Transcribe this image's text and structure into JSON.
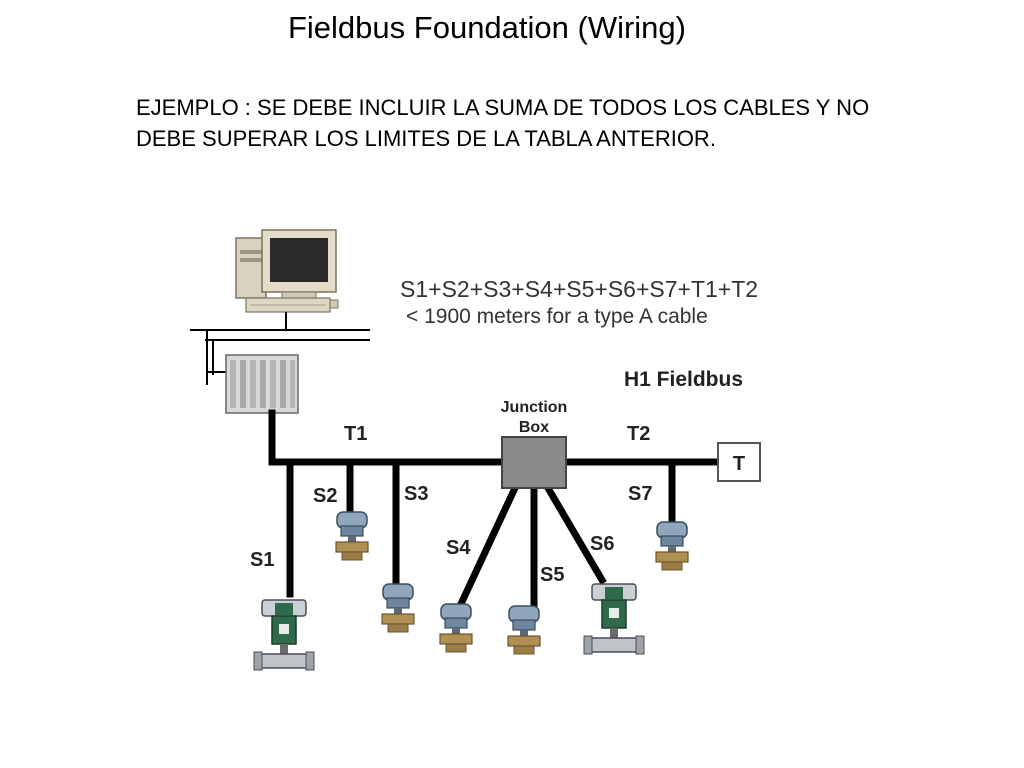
{
  "slide": {
    "title": "Fieldbus Foundation (Wiring)",
    "body": "EJEMPLO : SE DEBE INCLUIR LA SUMA DE TODOS LOS CABLES Y NO DEBE SUPERAR LOS LIMITES DE LA TABLA ANTERIOR."
  },
  "diagram": {
    "formula_line1": "S1+S2+S3+S4+S5+S6+S7+T1+T2",
    "formula_line2": "< 1900 meters for a type A cable",
    "network_label": "H1 Fieldbus",
    "junction_label_1": "Junction",
    "junction_label_2": "Box",
    "trunk_labels": {
      "t1": "T1",
      "t2": "T2"
    },
    "terminator_label": "T",
    "spur_labels": {
      "s1": "S1",
      "s2": "S2",
      "s3": "S3",
      "s4": "S4",
      "s5": "S5",
      "s6": "S6",
      "s7": "S7"
    },
    "colors": {
      "wire": "#000000",
      "junction_box": "#8a8a8a",
      "device_body": "#7c95ad",
      "valve_body": "#2f6b4a",
      "device_base": "#a8864a"
    }
  }
}
